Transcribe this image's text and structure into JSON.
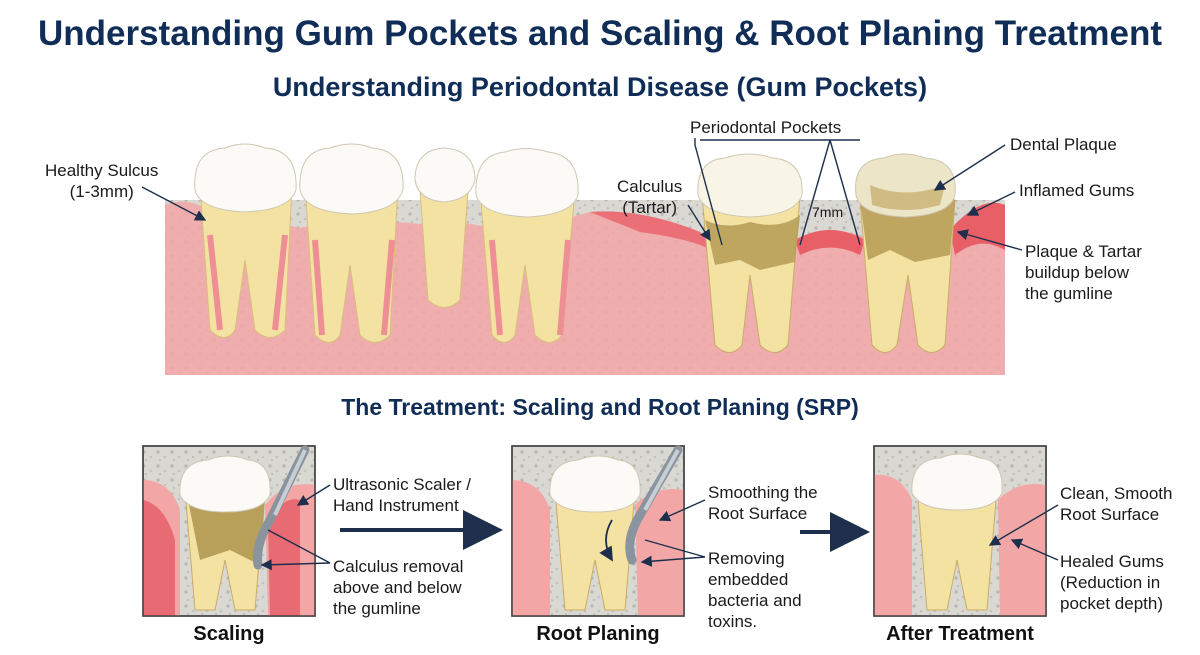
{
  "header": {
    "title": "Understanding Gum Pockets and Scaling & Root Planing Treatment",
    "subtitle": "Understanding Periodontal Disease (Gum Pockets)"
  },
  "top_labels": {
    "healthy_sulcus": [
      "Healthy Sulcus",
      "(1-3mm)"
    ],
    "calculus": [
      "Calculus",
      "(Tartar)"
    ],
    "periodontal_pockets": "Periodontal Pockets",
    "pocket_depth": "7mm",
    "dental_plaque": "Dental Plaque",
    "inflamed_gums": "Inflamed Gums",
    "plaque_tartar": [
      "Plaque & Tartar",
      "buildup below",
      "the gumline"
    ]
  },
  "treatment": {
    "section_title": "The Treatment: Scaling and Root Planing (SRP)",
    "panels": [
      {
        "title": "Scaling",
        "labels": [
          [
            "Ultrasonic Scaler /",
            "Hand Instrument"
          ],
          [
            "Calculus removal",
            "above and below",
            "the gumline"
          ]
        ]
      },
      {
        "title": "Root Planing",
        "labels": [
          [
            "Smoothing the",
            "Root Surface"
          ],
          [
            "Removing",
            "embedded",
            "bacteria and",
            "toxins."
          ]
        ]
      },
      {
        "title": "After Treatment",
        "labels": [
          [
            "Clean, Smooth",
            "Root Surface"
          ],
          [
            "Healed Gums",
            "(Reduction in",
            "pocket depth)"
          ]
        ]
      }
    ]
  },
  "colors": {
    "title": "#0f2d56",
    "gum": "#f2a3a3",
    "gum_inflamed": "#ea6f77",
    "bone": "#d9d7d2",
    "enamel": "#fbfaf6",
    "root": "#f4e2a2",
    "tartar": "#b8a05a",
    "arrow": "#1d2f4d"
  }
}
